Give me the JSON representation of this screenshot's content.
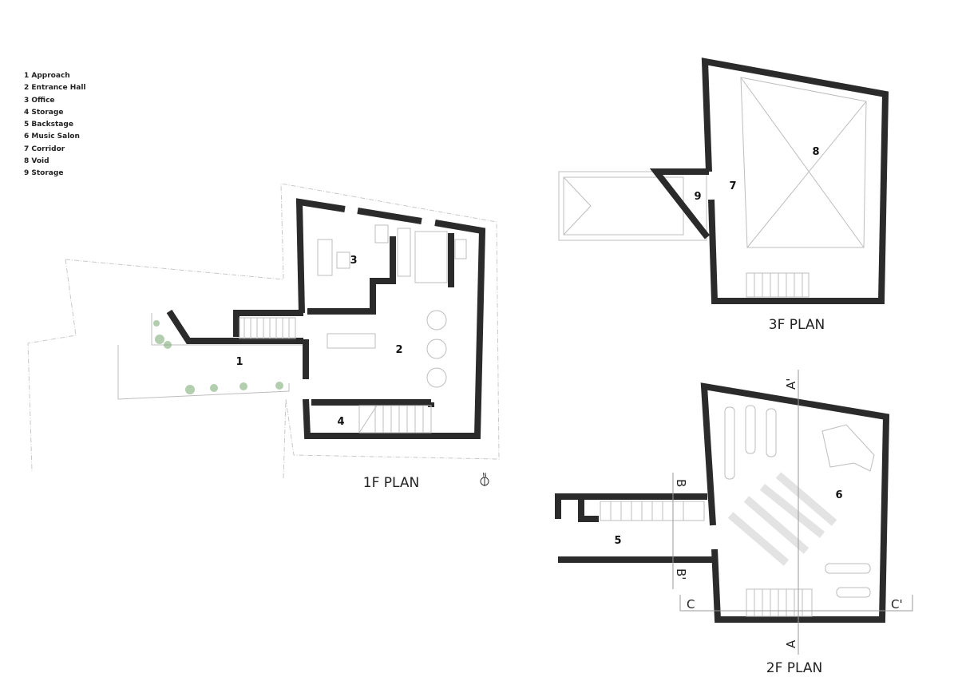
{
  "legend": [
    "1 Approach",
    "2 Entrance Hall",
    "3 Office",
    "4 Storage",
    "5 Backstage",
    "6 Music Salon",
    "7 Corridor",
    "8 Void",
    "9 Storage"
  ],
  "plans": {
    "first": {
      "title": "1F PLAN",
      "rooms": [
        "1",
        "2",
        "3",
        "4"
      ]
    },
    "second": {
      "title": "2F PLAN",
      "rooms": [
        "5",
        "6"
      ]
    },
    "third": {
      "title": "3F PLAN",
      "rooms": [
        "7",
        "8",
        "9"
      ]
    }
  },
  "north_label": "N",
  "sections": {
    "a": "A",
    "a_prime": "A'",
    "b": "B",
    "b_prime": "B'",
    "c": "C",
    "c_prime": "C'"
  }
}
